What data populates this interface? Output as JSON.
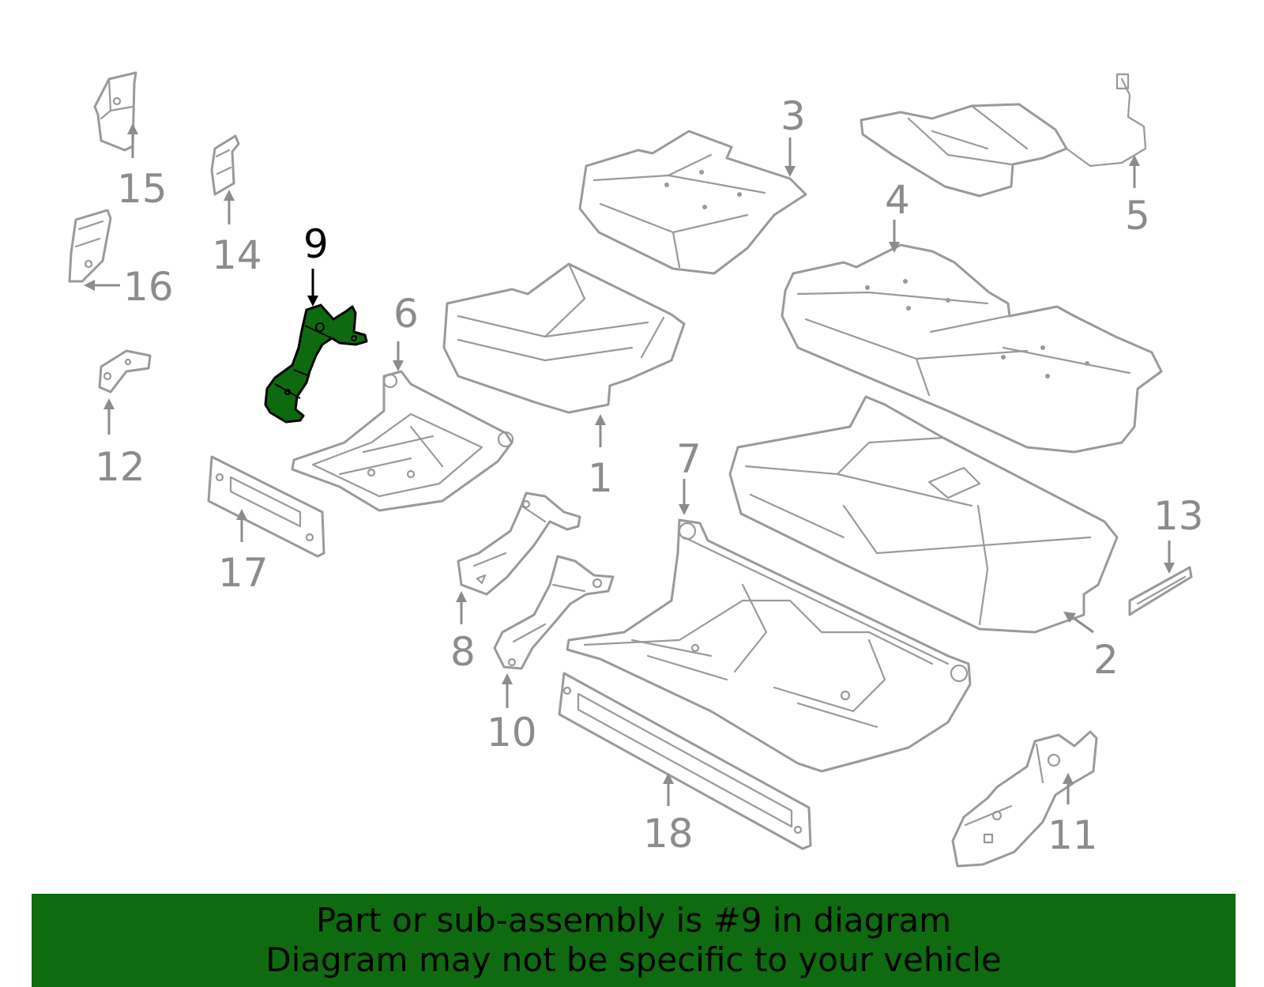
{
  "diagram": {
    "callouts": [
      {
        "id": "1",
        "label": "1"
      },
      {
        "id": "2",
        "label": "2"
      },
      {
        "id": "3",
        "label": "3"
      },
      {
        "id": "4",
        "label": "4"
      },
      {
        "id": "5",
        "label": "5"
      },
      {
        "id": "6",
        "label": "6"
      },
      {
        "id": "7",
        "label": "7"
      },
      {
        "id": "8",
        "label": "8"
      },
      {
        "id": "9",
        "label": "9",
        "highlighted": true
      },
      {
        "id": "10",
        "label": "10"
      },
      {
        "id": "11",
        "label": "11"
      },
      {
        "id": "12",
        "label": "12"
      },
      {
        "id": "13",
        "label": "13"
      },
      {
        "id": "14",
        "label": "14"
      },
      {
        "id": "15",
        "label": "15"
      },
      {
        "id": "16",
        "label": "16"
      },
      {
        "id": "17",
        "label": "17"
      },
      {
        "id": "18",
        "label": "18"
      }
    ],
    "colors": {
      "part_outline": "#9a9a9a",
      "callout_text": "#8c8c8c",
      "highlight_fill": "#0e6a0e",
      "highlight_text": "#000000"
    }
  },
  "banner": {
    "line1": "Part or sub-assembly is #9 in diagram",
    "line2": "Diagram may not be specific to your vehicle",
    "background": "#0f6b0f"
  }
}
